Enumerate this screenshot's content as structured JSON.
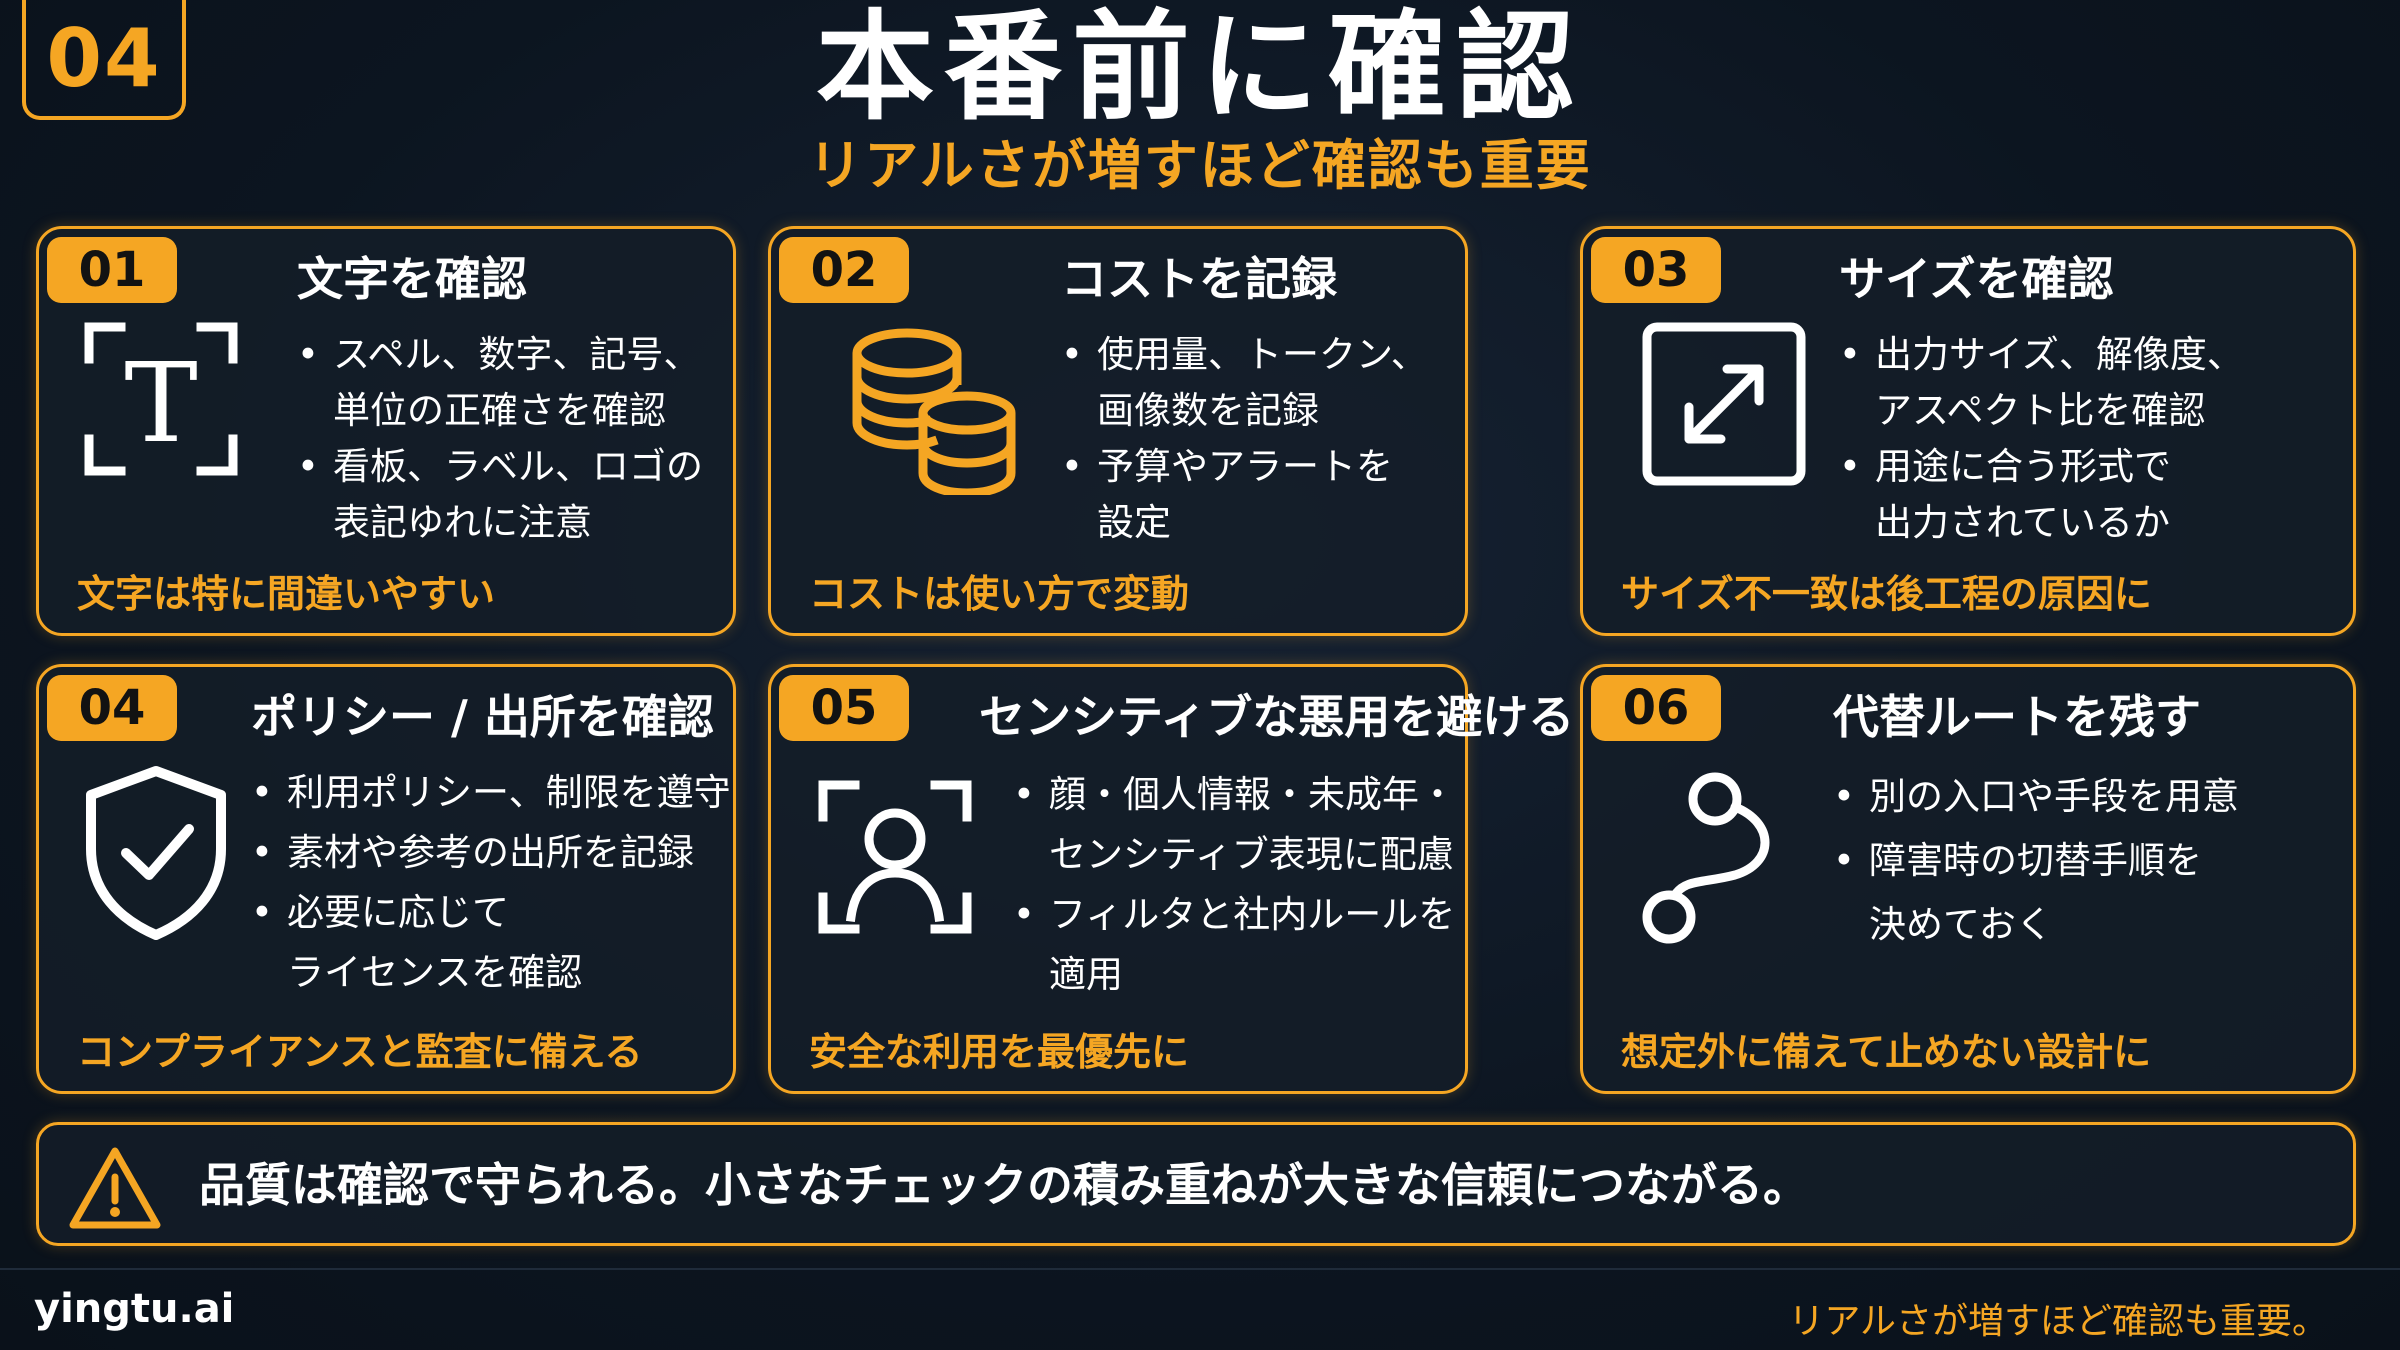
{
  "section_number": "04",
  "title": "本番前に確認",
  "subtitle": "リアルさが増すほど確認も重要",
  "colors": {
    "accent": "#f5a623",
    "background": "#0c1520",
    "text": "#ffffff"
  },
  "cards": [
    {
      "number": "01",
      "title": "文字を確認",
      "icon": "text-frame-icon",
      "bullets": [
        [
          "スペル、数字、記号、",
          "単位の正確さを確認"
        ],
        [
          "看板、ラベル、ロゴの",
          "表記ゆれに注意"
        ]
      ],
      "footer": "文字は特に間違いやすい"
    },
    {
      "number": "02",
      "title": "コストを記録",
      "icon": "coins-icon",
      "bullets": [
        [
          "使用量、トークン、",
          "画像数を記録"
        ],
        [
          "予算やアラートを",
          "設定"
        ]
      ],
      "footer": "コストは使い方で変動"
    },
    {
      "number": "03",
      "title": "サイズを確認",
      "icon": "resize-icon",
      "bullets": [
        [
          "出力サイズ、解像度、",
          "アスペクト比を確認"
        ],
        [
          "用途に合う形式で",
          "出力されているか"
        ]
      ],
      "footer": "サイズ不一致は後工程の原因に"
    },
    {
      "number": "04",
      "title": "ポリシー / 出所を確認",
      "icon": "shield-check-icon",
      "bullets": [
        [
          "利用ポリシー、制限を遵守"
        ],
        [
          "素材や参考の出所を記録"
        ],
        [
          "必要に応じて",
          "ライセンスを確認"
        ]
      ],
      "footer": "コンプライアンスと監査に備える"
    },
    {
      "number": "05",
      "title": "センシティブな悪用を避ける",
      "icon": "person-frame-icon",
      "bullets": [
        [
          "顔・個人情報・未成年・",
          "センシティブ表現に配慮"
        ],
        [
          "フィルタと社内ルールを",
          "適用"
        ]
      ],
      "footer": "安全な利用を最優先に"
    },
    {
      "number": "06",
      "title": "代替ルートを残す",
      "icon": "route-icon",
      "bullets": [
        [
          "別の入口や手段を用意"
        ],
        [
          "障害時の切替手順を",
          "決めておく"
        ]
      ],
      "footer": "想定外に備えて止めない設計に"
    }
  ],
  "banner": {
    "icon": "warning-icon",
    "text": "品質は確認で守られる。小さなチェックの積み重ねが大きな信頼につながる。"
  },
  "footer": {
    "brand": "yingtu.ai",
    "note": "リアルさが増すほど確認も重要。"
  }
}
